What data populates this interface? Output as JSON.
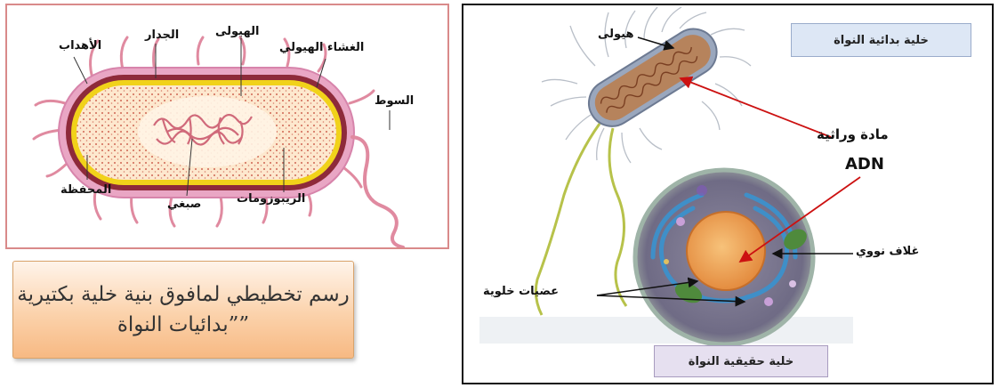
{
  "bacterium_diagram": {
    "labels": {
      "cytoplasm": "الهيولى",
      "wall": "الجدار",
      "pili": "الأهداب",
      "cell_membrane": "الغشاء الهيولي",
      "flagellum": "السوط",
      "capsule": "المحفظة",
      "chromatin": "صبغي",
      "ribosomes": "الريبوزومات"
    }
  },
  "caption": {
    "line1": "رسم تخطيطي لمافوق بنية خلية بكتيرية",
    "line2": "””بدائيات النواة"
  },
  "comparison_diagram": {
    "prokaryote_box": "خلية بدائية النواة",
    "eukaryote_box": "خلية حقيقية النواة",
    "cytoplasm_label": "هيولى",
    "genetic_material_label": "مادة وراثية",
    "dna_label": "ADN",
    "nuclear_envelope_label": "غلاف نووي",
    "organelles_label": "عضيات خلوية"
  },
  "colors": {
    "left_border": "#d98a8a",
    "right_border": "#111111",
    "caption_fill": "#f7b983",
    "arrow_red": "#cc1111"
  }
}
